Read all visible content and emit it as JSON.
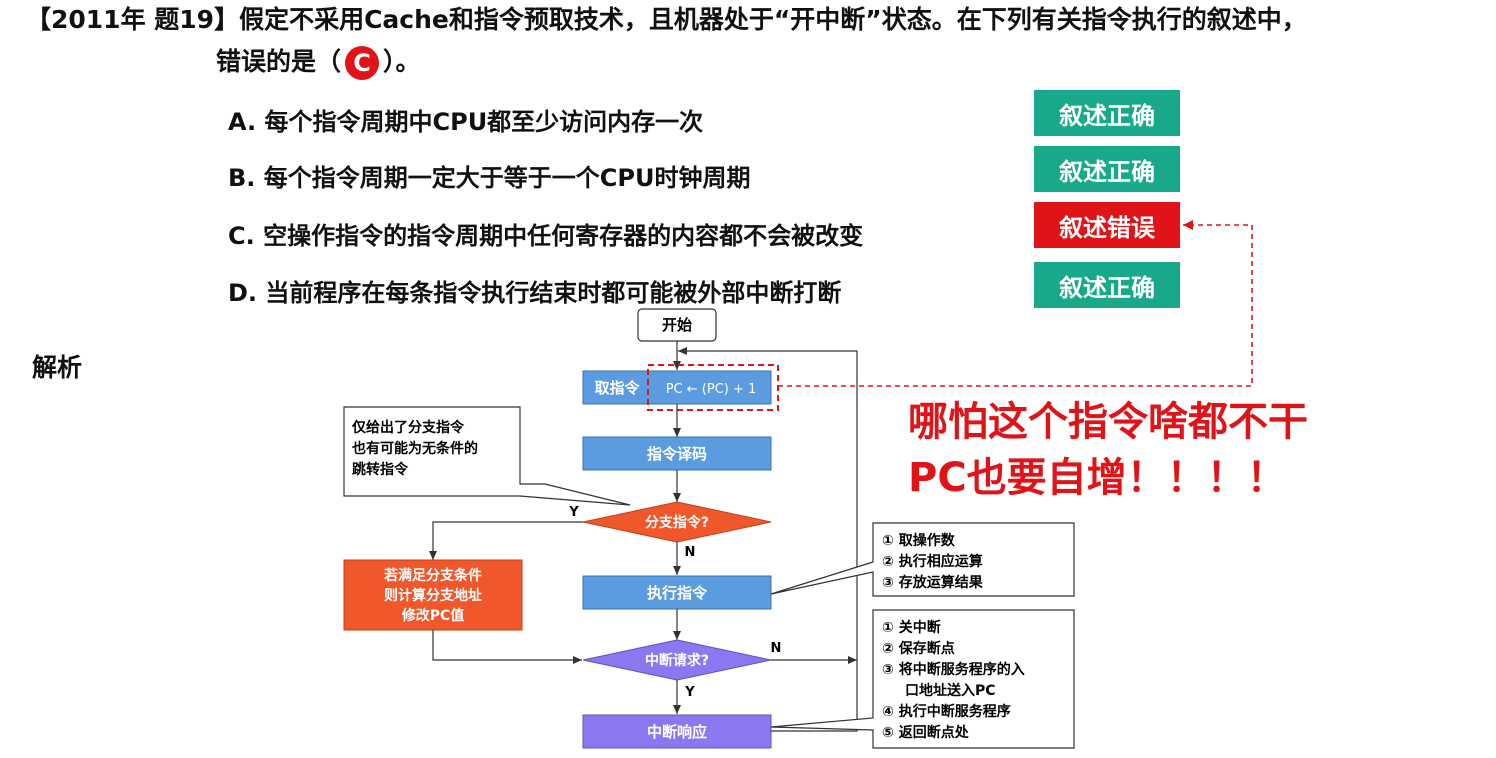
{
  "question": {
    "tag": "【2011年 题19】",
    "line1": "假定不采用Cache和指令预取技术，且机器处于“开中断”状态。在下列有关指令执行的叙述中，",
    "line2_prefix": "错误的是（",
    "answer": "C",
    "line2_suffix": "）。"
  },
  "options": [
    {
      "text": "A. 每个指令周期中CPU都至少访问内存一次",
      "verdict": "叙述正确",
      "verdict_color": "#17a98a"
    },
    {
      "text": "B. 每个指令周期一定大于等于一个CPU时钟周期",
      "verdict": "叙述正确",
      "verdict_color": "#17a98a"
    },
    {
      "text": "C. 空操作指令的指令周期中任何寄存器的内容都不会被改变",
      "verdict": "叙述错误",
      "verdict_color": "#e01418"
    },
    {
      "text": "D. 当前程序在每条指令执行结束时都可能被外部中断打断",
      "verdict": "叙述正确",
      "verdict_color": "#17a98a"
    }
  ],
  "analysis_label": "解析",
  "red_note": {
    "line1": "哪怕这个指令啥都不干",
    "line2": "PC也要自增！！！！"
  },
  "flowchart": {
    "start": "开始",
    "fetch": "取指令",
    "pc_inc": "PC ← (PC) + 1",
    "decode": "指令译码",
    "branch": "分支指令?",
    "branch_yes": "Y",
    "branch_no": "N",
    "branch_action": [
      "若满足分支条件",
      "则计算分支地址",
      "修改PC值"
    ],
    "execute": "执行指令",
    "interrupt_q": "中断请求?",
    "int_no": "N",
    "int_yes": "Y",
    "int_response": "中断响应",
    "note_branch": [
      "仅给出了分支指令",
      "也有可能为无条件的",
      "跳转指令"
    ],
    "note_execute": [
      "① 取操作数",
      "② 执行相应运算",
      "③ 存放运算结果"
    ],
    "note_interrupt": [
      "① 关中断",
      "② 保存断点",
      "③ 将中断服务程序的入",
      "口地址送入PC",
      "④ 执行中断服务程序",
      "⑤ 返回断点处"
    ]
  },
  "colors": {
    "blue_box": "#5b9be0",
    "orange": "#f0572a",
    "purple": "#8b78f0",
    "red": "#e01418",
    "green": "#17a98a"
  }
}
